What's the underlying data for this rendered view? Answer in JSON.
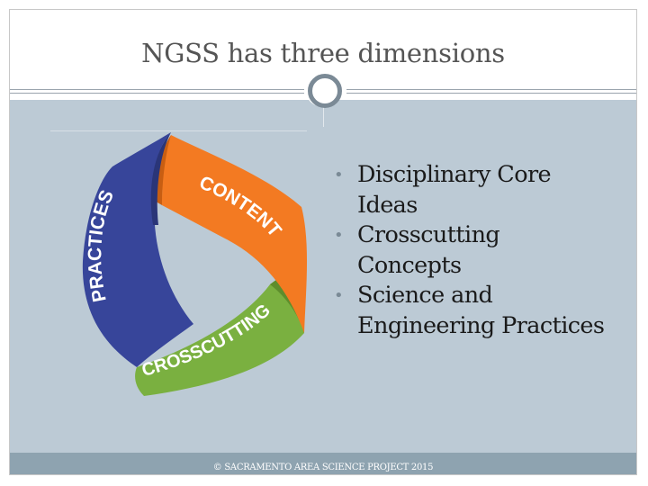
{
  "slide": {
    "title": "NGSS has three dimensions",
    "bullets": [
      {
        "line1": "Disciplinary Core",
        "line2": "Ideas"
      },
      {
        "line1": "Crosscutting",
        "line2": "Concepts"
      },
      {
        "line1": "Science and",
        "line2": "Engineering Practices"
      }
    ],
    "bullet_glyph": "•",
    "footer": "© SACRAMENTO AREA SCIENCE PROJECT 2015"
  },
  "graphic": {
    "labels": {
      "practices": "PRACTICES",
      "content": "CONTENT",
      "crosscutting": "CROSSCUTTING"
    },
    "colors": {
      "practices": "#37459a",
      "content": "#f37a22",
      "crosscutting": "#7ab040"
    }
  },
  "colors": {
    "background": "#bccad5",
    "footer_bar": "#8ea3b0",
    "title_text": "#555555"
  }
}
